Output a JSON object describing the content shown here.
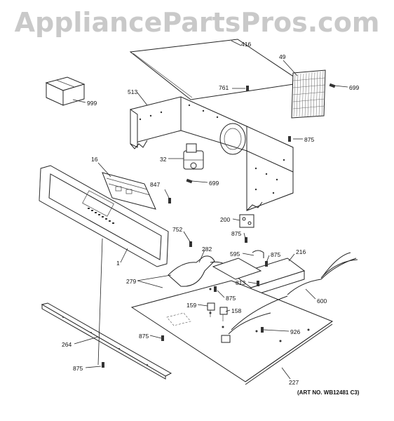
{
  "watermark": "AppliancePartsPros.com",
  "art_number": "(ART NO. WB12481 C3)",
  "labels": {
    "p416": "416",
    "p49": "49",
    "p699a": "699",
    "p999": "999",
    "p513": "513",
    "p761": "761",
    "p875a": "875",
    "p16": "16",
    "p32": "32",
    "p699b": "699",
    "p847": "847",
    "p200": "200",
    "p875b": "875",
    "p752": "752",
    "p282": "282",
    "p595": "595",
    "p875c": "875",
    "p216": "216",
    "p1": "1",
    "p279": "279",
    "p813": "813",
    "p875d": "875",
    "p159": "159",
    "p158": "158",
    "p600": "600",
    "p264": "264",
    "p875e": "875",
    "p926": "926",
    "p875f": "875",
    "p227": "227"
  }
}
